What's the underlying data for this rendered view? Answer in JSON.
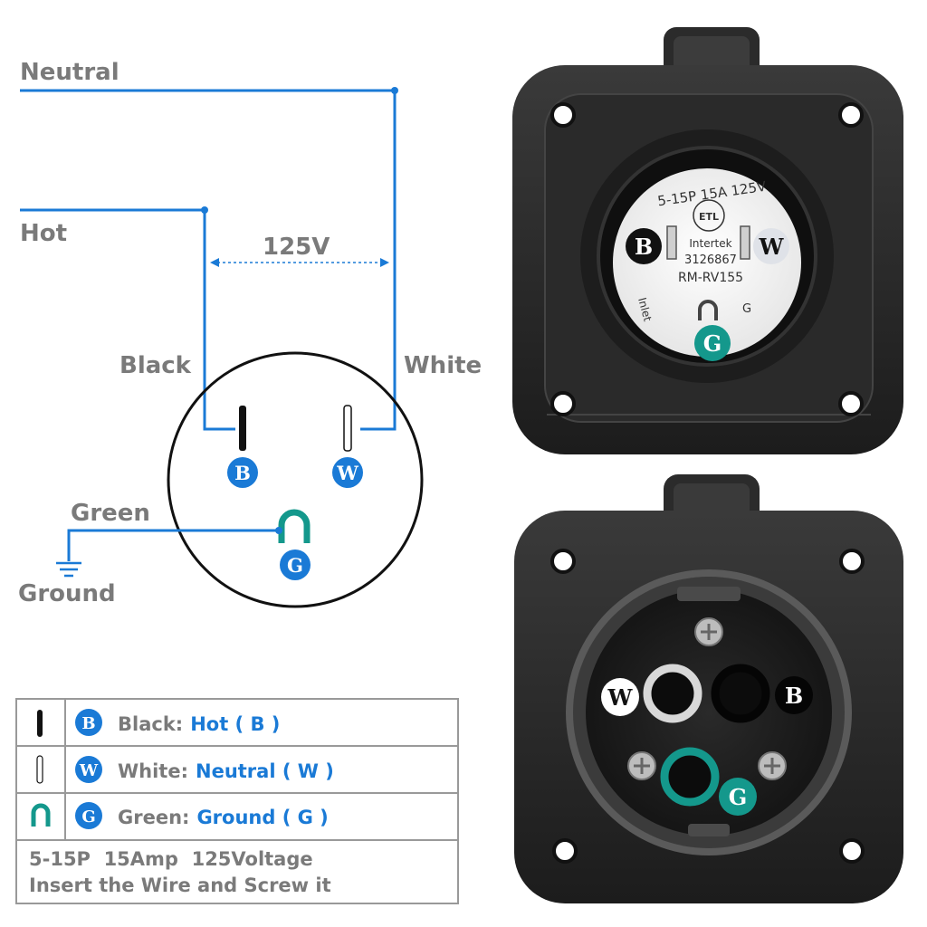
{
  "wiring": {
    "neutral": "Neutral",
    "hot": "Hot",
    "voltage": "125V",
    "black": "Black",
    "white": "White",
    "green": "Green",
    "ground": "Ground",
    "letter_b": "B",
    "letter_w": "W",
    "letter_g": "G"
  },
  "legend": {
    "rows": [
      {
        "letter": "B",
        "color_name": "Black:",
        "meaning": "Hot ( B )"
      },
      {
        "letter": "W",
        "color_name": "White:",
        "meaning": "Neutral ( W )"
      },
      {
        "letter": "G",
        "color_name": "Green:",
        "meaning": "Ground ( G )"
      }
    ],
    "note_line1": "5-15P  15Amp  125Voltage",
    "note_line2": "Insert the Wire and Screw it"
  },
  "front_inlet": {
    "rating": "5-15P 15A 125V",
    "brand": "Intertek",
    "cert_number": "3126867",
    "model": "RM-RV155",
    "inlet_word": "Inlet",
    "ground_mark": "G",
    "badge_b": "B",
    "badge_w": "W",
    "badge_g": "G"
  },
  "back_inlet": {
    "badge_w": "W",
    "badge_b": "B",
    "badge_g": "G"
  },
  "colors": {
    "wire_blue": "#1a7ad6",
    "label_gray": "#7a7a7a",
    "teal": "#14988c",
    "housing": "#222222"
  }
}
